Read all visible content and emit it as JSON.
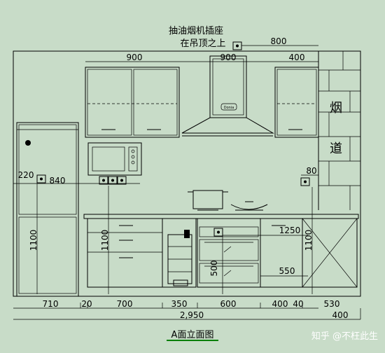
{
  "labels": {
    "hood_socket_line1": "抽油烟机插座",
    "hood_socket_line2": "在吊顶之上",
    "flue_char1": "烟",
    "flue_char2": "道",
    "title": "A面立面图",
    "hood_brand": "Donia"
  },
  "dimensions": {
    "socket_offset": "800",
    "upper_left": "900",
    "hood_width": "900",
    "upper_right": "400",
    "left_socket_offset": "220",
    "left_socket_span": "840",
    "right_socket_offset": "80",
    "fridge_height": "1100",
    "counter_socket_height": "1100",
    "right_socket_height": "1100",
    "oven_socket": "1250",
    "oven_mid": "500",
    "oven_depth": "550",
    "bottom_710": "710",
    "bottom_20": "20",
    "bottom_700": "700",
    "bottom_350": "350",
    "bottom_600": "600",
    "bottom_400": "400",
    "bottom_40": "40",
    "bottom_530": "530",
    "total": "2,950",
    "total_right": "400"
  },
  "watermark": "知乎 @不枉此生",
  "colors": {
    "background": "#c8dcc8",
    "line": "#000000"
  }
}
